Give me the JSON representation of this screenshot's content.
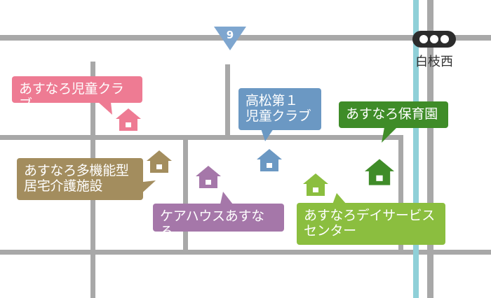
{
  "map": {
    "route": {
      "number": "9",
      "color": "#7ea6cf"
    },
    "station": {
      "name": "白枝西",
      "icon": "railway-station-icon"
    },
    "facilities": [
      {
        "id": "kids-club-1",
        "label": "あすなろ児童クラブ",
        "color": "#ee7b93",
        "icon": "house-icon"
      },
      {
        "id": "kids-club-2",
        "label": "高松第１\n児童クラブ",
        "color": "#6b98c3",
        "icon": "house-icon"
      },
      {
        "id": "nursery",
        "label": "あすなろ保育園",
        "color": "#3f8c28",
        "icon": "house-icon"
      },
      {
        "id": "multi-care",
        "label": "あすなろ多機能型\n居宅介護施設",
        "color": "#a38d5e",
        "icon": "house-icon"
      },
      {
        "id": "care-house",
        "label": "ケアハウスあすなろ",
        "color": "#a577a9",
        "icon": "house-icon"
      },
      {
        "id": "day-service",
        "label": "あすなろデイサービス\nセンター",
        "color": "#8bbe3f",
        "icon": "house-icon"
      }
    ]
  }
}
